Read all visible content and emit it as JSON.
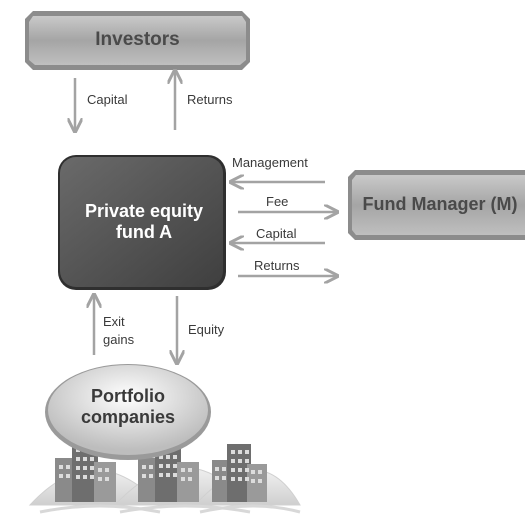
{
  "nodes": {
    "investors": "Investors",
    "fund": "Private equity fund A",
    "fund_manager": "Fund Manager (M)",
    "portfolio": "Portfolio companies"
  },
  "edges": {
    "capital_in": "Capital",
    "returns_out": "Returns",
    "management": "Management",
    "fee": "Fee",
    "capital_mgr": "Capital",
    "returns_mgr": "Returns",
    "exit_gains": "Exit gains",
    "equity": "Equity"
  }
}
